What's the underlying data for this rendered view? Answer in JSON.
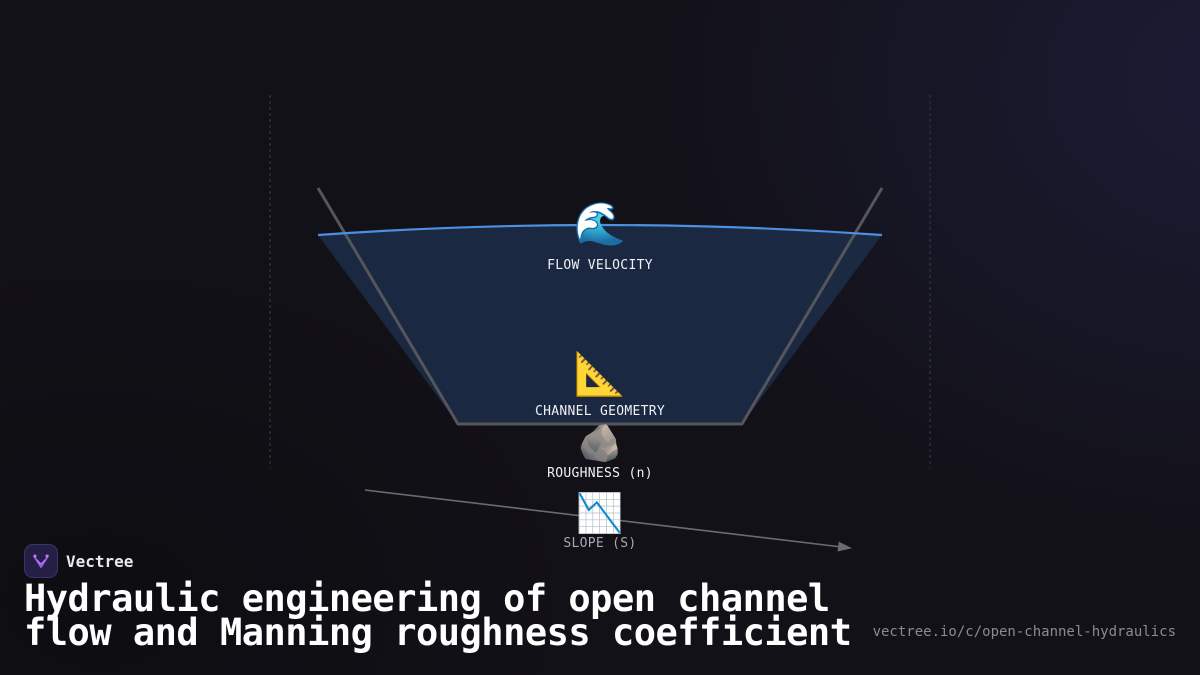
{
  "diagram": {
    "nodes": [
      {
        "id": "flow_velocity",
        "icon": "water-wave-icon",
        "emoji": "🌊",
        "label": "FLOW VELOCITY"
      },
      {
        "id": "channel_geometry",
        "icon": "triangular-ruler-icon",
        "emoji": "📐",
        "label": "CHANNEL GEOMETRY"
      },
      {
        "id": "roughness",
        "icon": "rock-icon",
        "emoji": "🪨",
        "label": "ROUGHNESS (n)"
      },
      {
        "id": "slope",
        "icon": "chart-decreasing-icon",
        "emoji": "📉",
        "label": "SLOPE (S)"
      }
    ],
    "colors": {
      "water_fill": "#1b2a44",
      "water_surface": "#4d8fe0",
      "channel_wall": "#55555c",
      "slope_arrow": "#6a6a72",
      "guide_lines": "#3a3a44"
    }
  },
  "brand": {
    "name": "Vectree",
    "logo_icon": "vectree-logo-icon",
    "accent": "#9b5cf0"
  },
  "title": "Hydraulic engineering of open channel flow and Manning roughness coefficient",
  "url": "vectree.io/c/open-channel-hydraulics"
}
